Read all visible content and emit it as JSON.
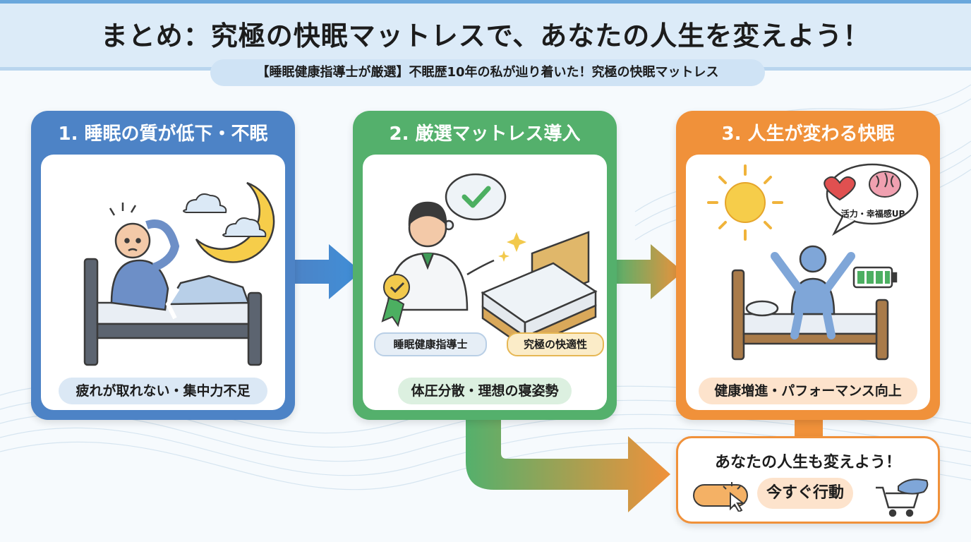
{
  "header": {
    "title": "まとめ：究極の快眠マットレスで、あなたの人生を変えよう！",
    "subtitle": "【睡眠健康指導士が厳選】不眠歴10年の私が辿り着いた！究極の快眠マットレス"
  },
  "steps": [
    {
      "title": "1. 睡眠の質が低下・不眠",
      "caption": "疲れが取れない・集中力不足"
    },
    {
      "title": "2. 厳選マットレス導入",
      "caption": "体圧分散・理想の寝姿勢",
      "badge_label": "睡眠健康指導士",
      "bubble_label": "究極の快適性"
    },
    {
      "title": "3. 人生が変わる快眠",
      "caption": "健康増進・パフォーマンス向上",
      "speech_label": "活力・幸福感UP"
    }
  ],
  "cta": {
    "title": "あなたの人生も変えよう！",
    "button_label": "今すぐ行動"
  },
  "colors": {
    "step1": "#4d83c6",
    "step2": "#54b06c",
    "step3": "#f0913a"
  }
}
